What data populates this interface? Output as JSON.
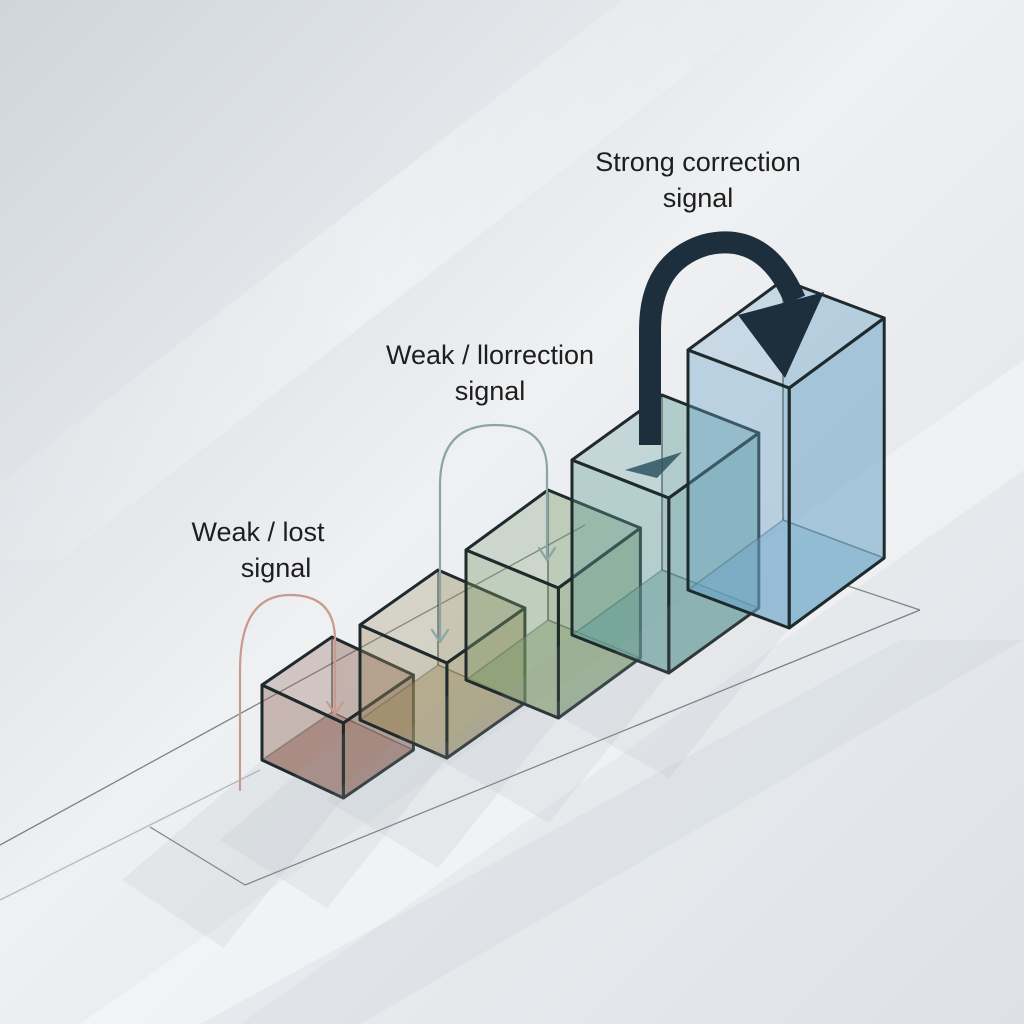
{
  "labels": {
    "weak_lost": {
      "line1": "Weak / lost",
      "line2": "signal"
    },
    "weak_correction": {
      "line1": "Weak / llorrection",
      "line2": "signal"
    },
    "strong_correction": {
      "line1": "Strong correction",
      "line2": "signal"
    }
  },
  "blocks": [
    {
      "name": "block-1",
      "level": 1,
      "color": "#8a5a4c"
    },
    {
      "name": "block-2",
      "level": 2,
      "color": "#9a8c5e"
    },
    {
      "name": "block-3",
      "level": 3,
      "color": "#7c9a6a"
    },
    {
      "name": "block-4",
      "level": 4,
      "color": "#5f9a96"
    },
    {
      "name": "block-5",
      "level": 5,
      "color": "#6aa3c7"
    }
  ],
  "colors": {
    "background": "#e9ecee",
    "edge": "#1f2a2c",
    "weak_arrow": "#c99a90",
    "medium_arrow": "#8aa6a4",
    "strong_arrow": "#1d2f3c"
  }
}
